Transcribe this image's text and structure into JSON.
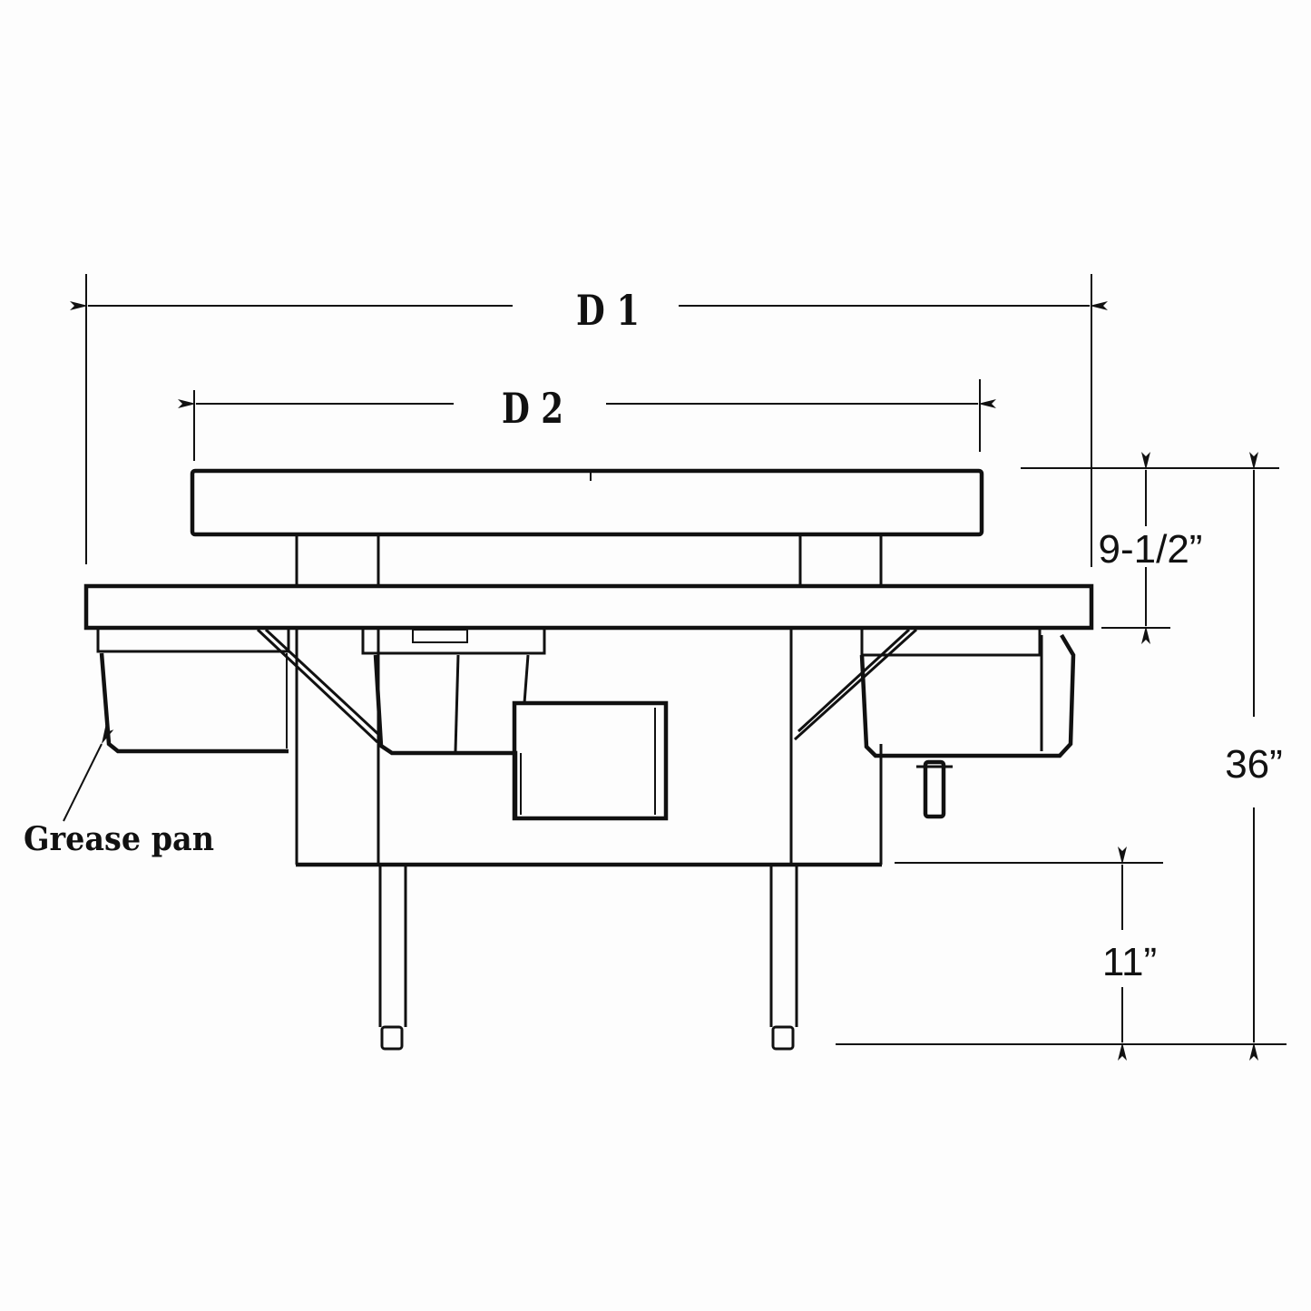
{
  "diagram": {
    "type": "technical-dimension-drawing",
    "subject": "Round grill table with grease pans (front elevation)",
    "line_color": "#111111",
    "background": "#fdfdfd"
  },
  "dimensions": {
    "d1": {
      "label": "D 1",
      "meaning": "overall outer diameter"
    },
    "d2": {
      "label": "D 2",
      "meaning": "top/upper tier diameter"
    },
    "upper_height": {
      "label": "9-1/2”"
    },
    "total_height": {
      "label": "36”"
    },
    "leg_height": {
      "label": "11”"
    }
  },
  "callouts": {
    "grease_pan": {
      "label": "Grease pan"
    }
  }
}
